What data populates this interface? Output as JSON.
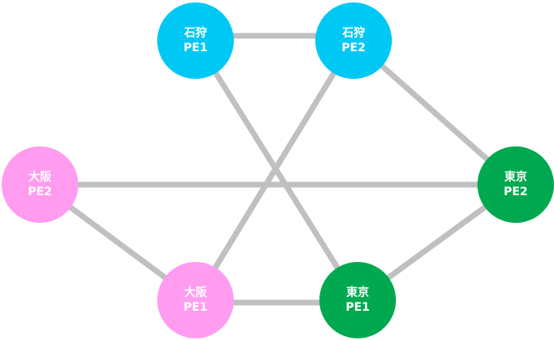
{
  "nodes": {
    "ishikari_pe1": {
      "site": "石狩",
      "device": "PE1",
      "color": "#00c8f5"
    },
    "ishikari_pe2": {
      "site": "石狩",
      "device": "PE2",
      "color": "#00c8f5"
    },
    "osaka_pe2": {
      "site": "大阪",
      "device": "PE2",
      "color": "#ff9cf0"
    },
    "tokyo_pe2": {
      "site": "東京",
      "device": "PE2",
      "color": "#00a94f"
    },
    "osaka_pe1": {
      "site": "大阪",
      "device": "PE1",
      "color": "#ff9cf0"
    },
    "tokyo_pe1": {
      "site": "東京",
      "device": "PE1",
      "color": "#00a94f"
    }
  },
  "links": [
    {
      "from": "ishikari_pe1",
      "to": "ishikari_pe2"
    },
    {
      "from": "ishikari_pe1",
      "to": "tokyo_pe1"
    },
    {
      "from": "ishikari_pe2",
      "to": "tokyo_pe2"
    },
    {
      "from": "ishikari_pe2",
      "to": "osaka_pe1"
    },
    {
      "from": "osaka_pe2",
      "to": "tokyo_pe2"
    },
    {
      "from": "osaka_pe2",
      "to": "osaka_pe1"
    },
    {
      "from": "osaka_pe1",
      "to": "tokyo_pe1"
    },
    {
      "from": "tokyo_pe1",
      "to": "tokyo_pe2"
    }
  ],
  "link_color": "#c0c0c0"
}
